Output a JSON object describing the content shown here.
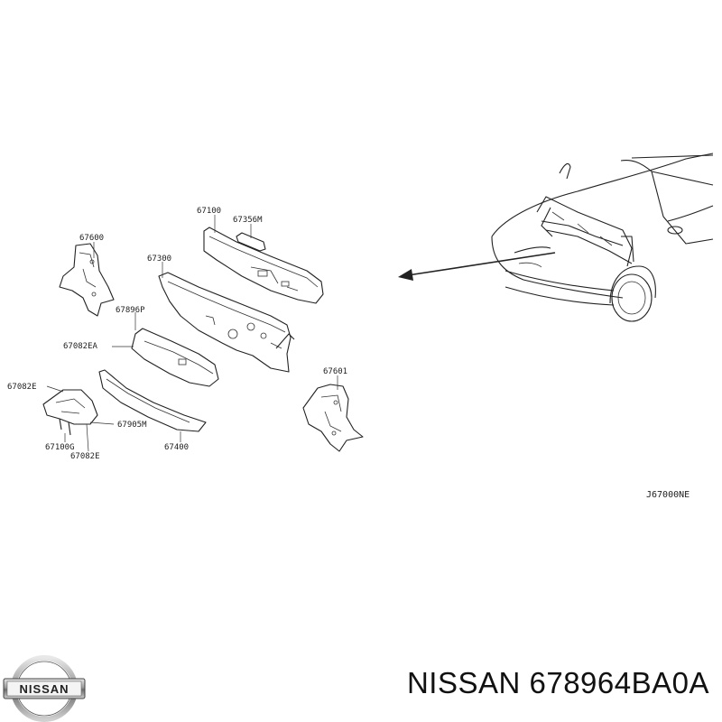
{
  "diagram": {
    "callouts": [
      {
        "id": "c1",
        "text": "67600"
      },
      {
        "id": "c2",
        "text": "67100"
      },
      {
        "id": "c3",
        "text": "67356M"
      },
      {
        "id": "c4",
        "text": "67300"
      },
      {
        "id": "c5",
        "text": "67896P"
      },
      {
        "id": "c6",
        "text": "67082EA"
      },
      {
        "id": "c7",
        "text": "67082E"
      },
      {
        "id": "c8",
        "text": "67905M"
      },
      {
        "id": "c9",
        "text": "67100G"
      },
      {
        "id": "c10",
        "text": "67082E"
      },
      {
        "id": "c11",
        "text": "67400"
      },
      {
        "id": "c12",
        "text": "67601"
      }
    ],
    "reference_code": "J67000NE"
  },
  "logo": {
    "text": "NISSAN"
  },
  "caption": "NISSAN 678964BA0A"
}
